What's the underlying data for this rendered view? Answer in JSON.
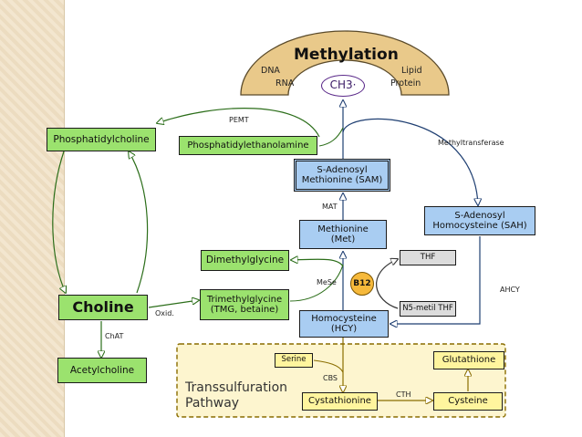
{
  "methylation": {
    "title": "Methylation",
    "dna": "DNA",
    "rna": "RNA",
    "lipid": "Lipid",
    "protein": "Protein",
    "ch3": "CH3·"
  },
  "nodes": {
    "phosphatidylcholine": "Phosphatidylcholine",
    "phosphatidylethanolamine": "Phosphatidylethanolamine",
    "sam_line1": "S-Adenosyl",
    "sam_line2": "Methionine (SAM)",
    "sah_line1": "S-Adenosyl",
    "sah_line2": "Homocysteine (SAH)",
    "met_line1": "Methionine",
    "met_line2": "(Met)",
    "dimethylglycine": "Dimethylglycine",
    "thf": "THF",
    "b12": "B12",
    "choline": "Choline",
    "tmg_line1": "Trimethylglycine",
    "tmg_line2": "(TMG, betaine)",
    "n5_methyl_thf": "N5-metil THF",
    "hcy_line1": "Homocysteine",
    "hcy_line2": "(HCY)",
    "acetylcholine": "Acetylcholine",
    "serine": "Serine",
    "glutathione": "Glutathione",
    "cystathionine": "Cystathionine",
    "cysteine": "Cysteine",
    "transsulfuration_line1": "Transsulfuration",
    "transsulfuration_line2": "Pathway"
  },
  "enzymes": {
    "pemt": "PEMT",
    "methyltransferase": "Methyltransferase",
    "mat": "MAT",
    "mese": "MeSe",
    "ahcy": "AHCY",
    "oxid": "Oxid.",
    "chat": "ChAT",
    "cbs": "CBS",
    "cth": "CTH"
  },
  "colors": {
    "green": "#9be26e",
    "blue": "#a9cdf2",
    "gray": "#dcdcdc",
    "yellow": "#fff59e",
    "arc": "#e9c98a",
    "b12": "#f6b93b",
    "transsulfuration_panel": "#fdf5cf"
  }
}
